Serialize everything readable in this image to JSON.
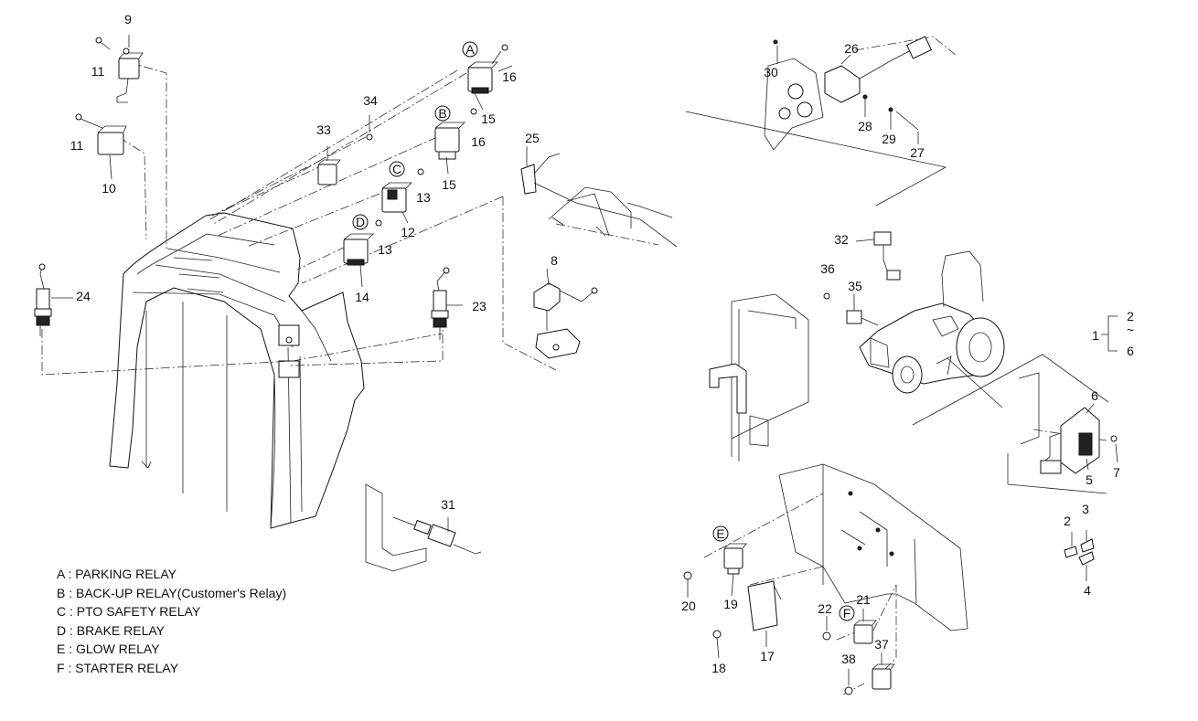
{
  "callouts": [
    {
      "id": "1",
      "text": "1"
    },
    {
      "id": "2a",
      "text": "2"
    },
    {
      "id": "tilde",
      "text": "~"
    },
    {
      "id": "6a",
      "text": "6"
    },
    {
      "id": "2b",
      "text": "2"
    },
    {
      "id": "3",
      "text": "3"
    },
    {
      "id": "4",
      "text": "4"
    },
    {
      "id": "5",
      "text": "5"
    },
    {
      "id": "6b",
      "text": "6"
    },
    {
      "id": "7",
      "text": "7"
    },
    {
      "id": "8",
      "text": "8"
    },
    {
      "id": "9",
      "text": "9"
    },
    {
      "id": "10",
      "text": "10"
    },
    {
      "id": "11a",
      "text": "11"
    },
    {
      "id": "11b",
      "text": "11"
    },
    {
      "id": "12",
      "text": "12"
    },
    {
      "id": "13a",
      "text": "13"
    },
    {
      "id": "13b",
      "text": "13"
    },
    {
      "id": "14",
      "text": "14"
    },
    {
      "id": "15a",
      "text": "15"
    },
    {
      "id": "15b",
      "text": "15"
    },
    {
      "id": "16a",
      "text": "16"
    },
    {
      "id": "16b",
      "text": "16"
    },
    {
      "id": "17",
      "text": "17"
    },
    {
      "id": "18",
      "text": "18"
    },
    {
      "id": "19",
      "text": "19"
    },
    {
      "id": "20",
      "text": "20"
    },
    {
      "id": "21",
      "text": "21"
    },
    {
      "id": "22",
      "text": "22"
    },
    {
      "id": "23",
      "text": "23"
    },
    {
      "id": "24",
      "text": "24"
    },
    {
      "id": "25",
      "text": "25"
    },
    {
      "id": "26",
      "text": "26"
    },
    {
      "id": "27",
      "text": "27"
    },
    {
      "id": "28",
      "text": "28"
    },
    {
      "id": "29",
      "text": "29"
    },
    {
      "id": "30",
      "text": "30"
    },
    {
      "id": "31",
      "text": "31"
    },
    {
      "id": "32",
      "text": "32"
    },
    {
      "id": "33",
      "text": "33"
    },
    {
      "id": "34",
      "text": "34"
    },
    {
      "id": "35",
      "text": "35"
    },
    {
      "id": "36",
      "text": "36"
    },
    {
      "id": "37",
      "text": "37"
    },
    {
      "id": "38",
      "text": "38"
    }
  ],
  "relay_markers": [
    {
      "id": "A",
      "text": "A"
    },
    {
      "id": "B",
      "text": "B"
    },
    {
      "id": "C",
      "text": "C"
    },
    {
      "id": "D",
      "text": "D"
    },
    {
      "id": "E",
      "text": "E"
    },
    {
      "id": "F",
      "text": "F"
    }
  ],
  "legend": [
    "A : PARKING RELAY",
    "B : BACK-UP RELAY(Customer's Relay)",
    "C : PTO SAFETY RELAY",
    "D : BRAKE RELAY",
    "E : GLOW RELAY",
    "F : STARTER RELAY"
  ]
}
